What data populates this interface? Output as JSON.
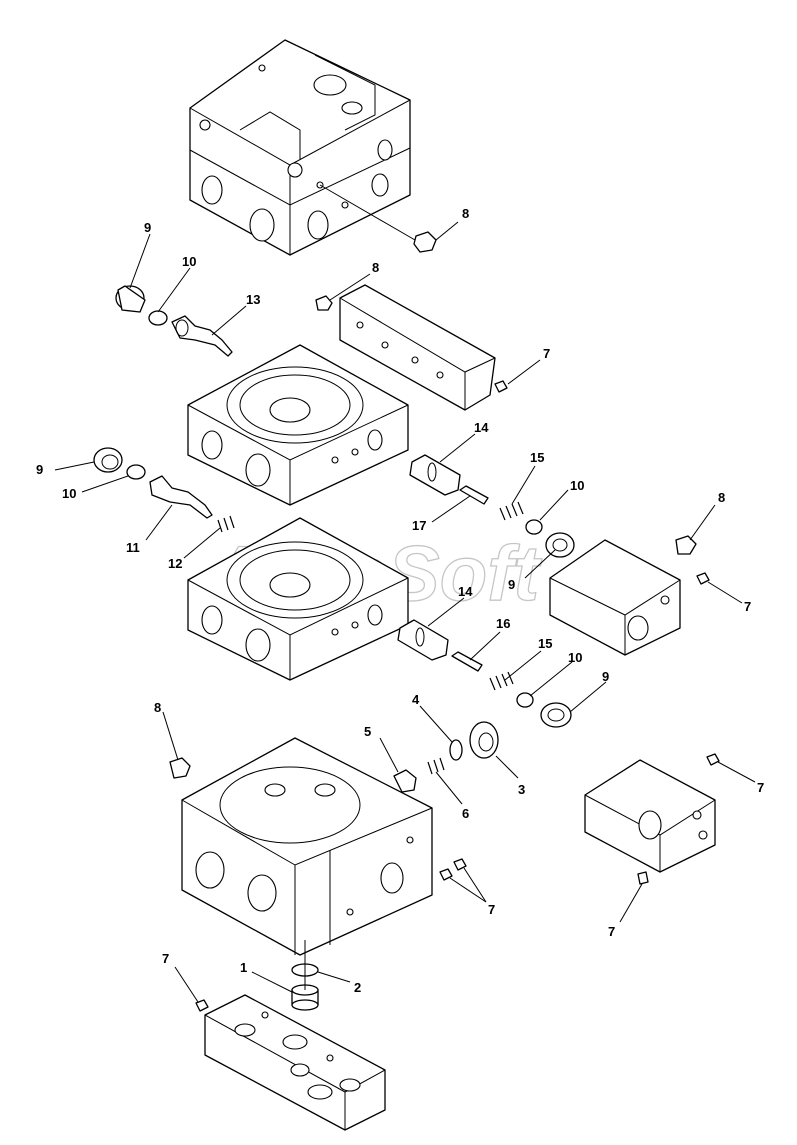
{
  "watermark": "AutoSoft",
  "callouts": [
    {
      "id": "c8a",
      "label": "8"
    },
    {
      "id": "c9a",
      "label": "9"
    },
    {
      "id": "c10a",
      "label": "10"
    },
    {
      "id": "c13",
      "label": "13"
    },
    {
      "id": "c8b",
      "label": "8"
    },
    {
      "id": "c7a",
      "label": "7"
    },
    {
      "id": "c14a",
      "label": "14"
    },
    {
      "id": "c9b",
      "label": "9"
    },
    {
      "id": "c10b",
      "label": "10"
    },
    {
      "id": "c15a",
      "label": "15"
    },
    {
      "id": "c10c",
      "label": "10"
    },
    {
      "id": "c8c",
      "label": "8"
    },
    {
      "id": "c17",
      "label": "17"
    },
    {
      "id": "c11",
      "label": "11"
    },
    {
      "id": "c12",
      "label": "12"
    },
    {
      "id": "c9c",
      "label": "9"
    },
    {
      "id": "c7b",
      "label": "7"
    },
    {
      "id": "c14b",
      "label": "14"
    },
    {
      "id": "c16",
      "label": "16"
    },
    {
      "id": "c15b",
      "label": "15"
    },
    {
      "id": "c10d",
      "label": "10"
    },
    {
      "id": "c9d",
      "label": "9"
    },
    {
      "id": "c8d",
      "label": "8"
    },
    {
      "id": "c4",
      "label": "4"
    },
    {
      "id": "c5",
      "label": "5"
    },
    {
      "id": "c3",
      "label": "3"
    },
    {
      "id": "c6",
      "label": "6"
    },
    {
      "id": "c7c",
      "label": "7"
    },
    {
      "id": "c7d",
      "label": "7"
    },
    {
      "id": "c7e",
      "label": "7"
    },
    {
      "id": "c1",
      "label": "1"
    },
    {
      "id": "c2",
      "label": "2"
    },
    {
      "id": "c7f",
      "label": "7"
    }
  ]
}
